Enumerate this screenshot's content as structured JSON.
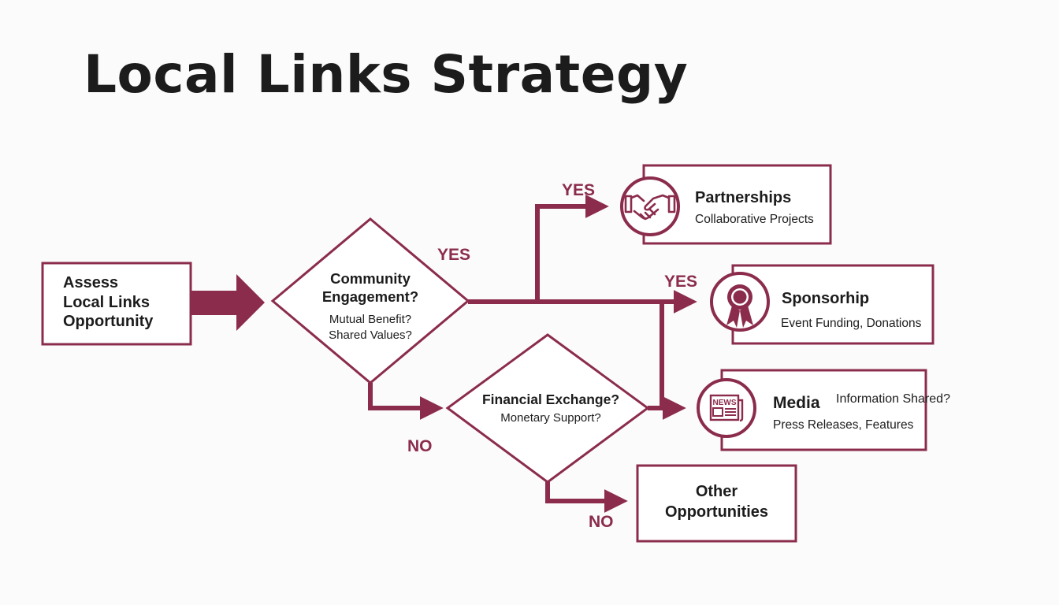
{
  "title": "Local Links Strategy",
  "colors": {
    "accent": "#8b2c4c",
    "text": "#1c1c1c",
    "background": "#fbfbfb"
  },
  "start": {
    "line1": "Assess",
    "line2": "Local Links",
    "line3": "Opportunity"
  },
  "decision1": {
    "title1": "Community",
    "title2": "Engagement?",
    "sub1": "Mutual Benefit?",
    "sub2": "Shared Values?"
  },
  "decision2": {
    "title": "Financial Exchange?",
    "sub": "Monetary Support?"
  },
  "outcomes": {
    "partnerships": {
      "title": "Partnerships",
      "sub": "Collaborative Projects",
      "icon": "handshake-icon"
    },
    "sponsorship": {
      "title": "Sponsorhip",
      "sub": "Event Funding, Donations",
      "icon": "award-ribbon-icon"
    },
    "media": {
      "title": "Media",
      "sub": "Press Releases, Features",
      "note": "Information Shared?",
      "icon": "newspaper-icon",
      "icon_text": "NEWS"
    },
    "other": {
      "line1": "Other",
      "line2": "Opportunities"
    }
  },
  "edge_labels": {
    "yes": "YES",
    "no": "NO"
  }
}
